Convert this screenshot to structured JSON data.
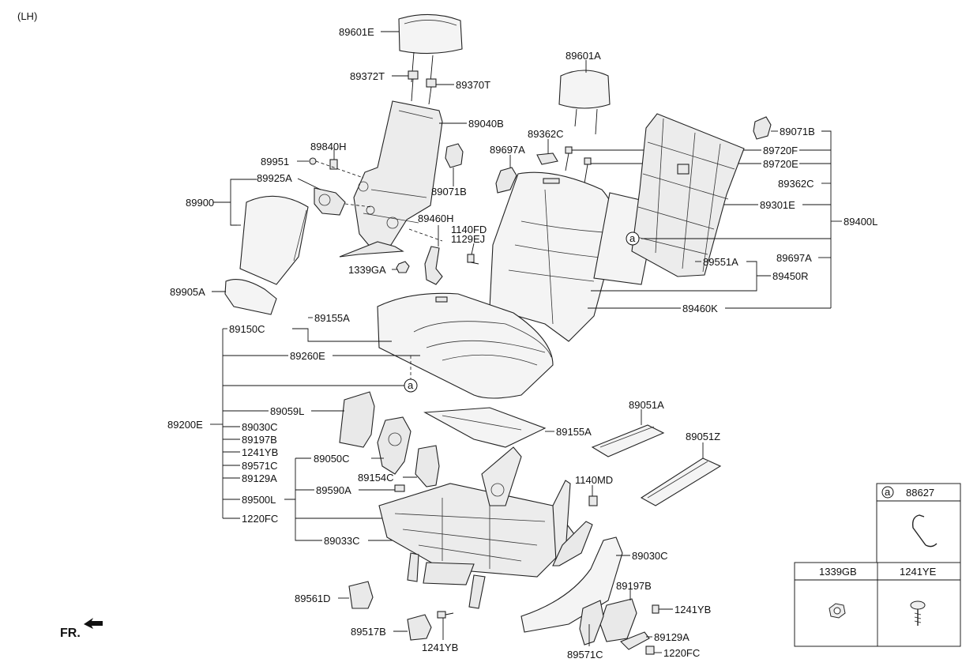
{
  "side_label": "(LH)",
  "front_label": "FR.",
  "callout_marker": "a",
  "labels": {
    "p89601E": "89601E",
    "p89372T": "89372T",
    "p89370T": "89370T",
    "p89040B": "89040B",
    "p89840H": "89840H",
    "p89951": "89951",
    "p89925A": "89925A",
    "p89900": "89900",
    "p89071B_left": "89071B",
    "p89905A": "89905A",
    "p89460H": "89460H",
    "p1140FD": "1140FD",
    "p1129EJ": "1129EJ",
    "p1339GA": "1339GA",
    "p89601A": "89601A",
    "p89362C_top": "89362C",
    "p89697A_top": "89697A",
    "p89071B_right": "89071B",
    "p89720F": "89720F",
    "p89720E": "89720E",
    "p89362C_right": "89362C",
    "p89301E": "89301E",
    "p89400L": "89400L",
    "p89697A_right": "89697A",
    "p89551A": "89551A",
    "p89450R": "89450R",
    "p89460K": "89460K",
    "p89150C": "89150C",
    "p89155A_top": "89155A",
    "p89260E": "89260E",
    "p89059L": "89059L",
    "p89200E": "89200E",
    "p89030C_left": "89030C",
    "p89197B_left": "89197B",
    "p1241YB_left": "1241YB",
    "p89571C_left": "89571C",
    "p89129A_left": "89129A",
    "p89500L": "89500L",
    "p1220FC_left": "1220FC",
    "p89050C": "89050C",
    "p89154C": "89154C",
    "p89590A": "89590A",
    "p89033C": "89033C",
    "p89155A_mid": "89155A",
    "p89051A": "89051A",
    "p89051Z": "89051Z",
    "p1140MD": "1140MD",
    "p89030C_right": "89030C",
    "p89197B_right": "89197B",
    "p1241YB_right": "1241YB",
    "p89129A_right": "89129A",
    "p1220FC_right": "1220FC",
    "p89571C_right": "89571C",
    "p89561D": "89561D",
    "p89517B": "89517B",
    "p1241YB_bottom": "1241YB"
  },
  "legend": {
    "cell_a_marker": "a",
    "cell_a_part": "88627",
    "cell_nut_part": "1339GB",
    "cell_screw_part": "1241YE"
  }
}
